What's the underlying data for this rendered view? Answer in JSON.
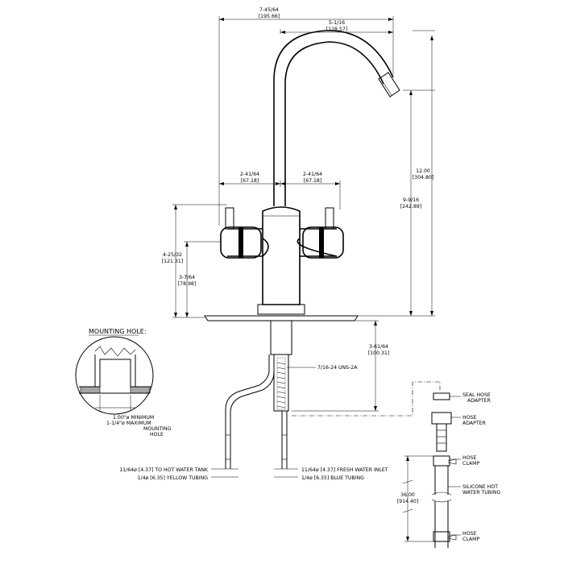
{
  "dimensions": {
    "overall_width": "7-45/64",
    "overall_width_mm": "[195.66]",
    "spout_reach": "5-1/16",
    "spout_reach_mm": "[128.57]",
    "height_total": "12.00",
    "height_total_mm": "[304.80]",
    "spout_height": "9-9/16",
    "spout_height_mm": "[242.89]",
    "handle_left": "2-41/64",
    "handle_left_mm": "[67.18]",
    "handle_right": "2-41/64",
    "handle_right_mm": "[67.18]",
    "body_height": "4-25/32",
    "body_height_mm": "[121.31]",
    "lower_height": "3-7/64",
    "lower_height_mm": "[78.98]",
    "shank_length": "3-61/64",
    "shank_length_mm": "[100.31]",
    "thread": "7/16-24 UNS-2A",
    "hose_length": "36.00",
    "hose_length_mm": "[914.40]"
  },
  "mounting": {
    "title": "MOUNTING HOLE:",
    "min_line": "1.00\"ø MINIMUM",
    "max_line": "1-1/4\"ø MAXIMUM",
    "line3": "MOUNTING",
    "line4": "HOLE"
  },
  "tubing": {
    "hot_1": "11/64ø [4.37] TO HOT WATER TANK",
    "hot_2": "1/4ø [6.35] YELLOW TUBING",
    "fresh_1": "11/64ø [4.37] FRESH WATER INLET",
    "fresh_2": "1/4ø [6.35] BLUE TUBING"
  },
  "parts": {
    "seal": "SEAL HOSE",
    "seal_2": "ADAPTER",
    "adapter": "HOSE",
    "adapter_2": "ADAPTER",
    "clamp_top": "HOSE",
    "clamp_top_2": "CLAMP",
    "silicone_1": "SILICONE HOT",
    "silicone_2": "WATER TUBING",
    "clamp_bottom": "HOSE",
    "clamp_bottom_2": "CLAMP"
  }
}
